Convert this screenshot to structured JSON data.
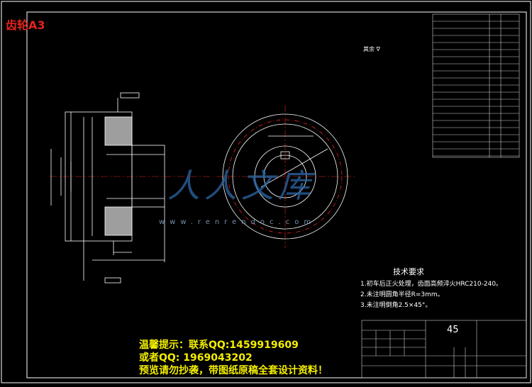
{
  "header": {
    "title": "齿轮A3"
  },
  "roughness_note": "其余 ∇",
  "tech_requirements": {
    "heading": "技术要求",
    "items": [
      "1.初车后正火处理，齿面高频淬火HRC210-240。",
      "2.未注明圆角半径R=3mm。",
      "3.未注明倒角2.5×45°。"
    ]
  },
  "title_block": {
    "material": "45"
  },
  "watermark": {
    "text": "www.renrendoc.com"
  },
  "notice": {
    "line1": "温馨提示：联系QQ:1459919609",
    "line2": "或者QQ: 1969043202",
    "line3": "预览请勿抄袭，带图纸原稿全套设计资料！"
  },
  "colors": {
    "title": "#e3231d",
    "notice": "#f3ee00",
    "watermark": "#2d67a8"
  }
}
